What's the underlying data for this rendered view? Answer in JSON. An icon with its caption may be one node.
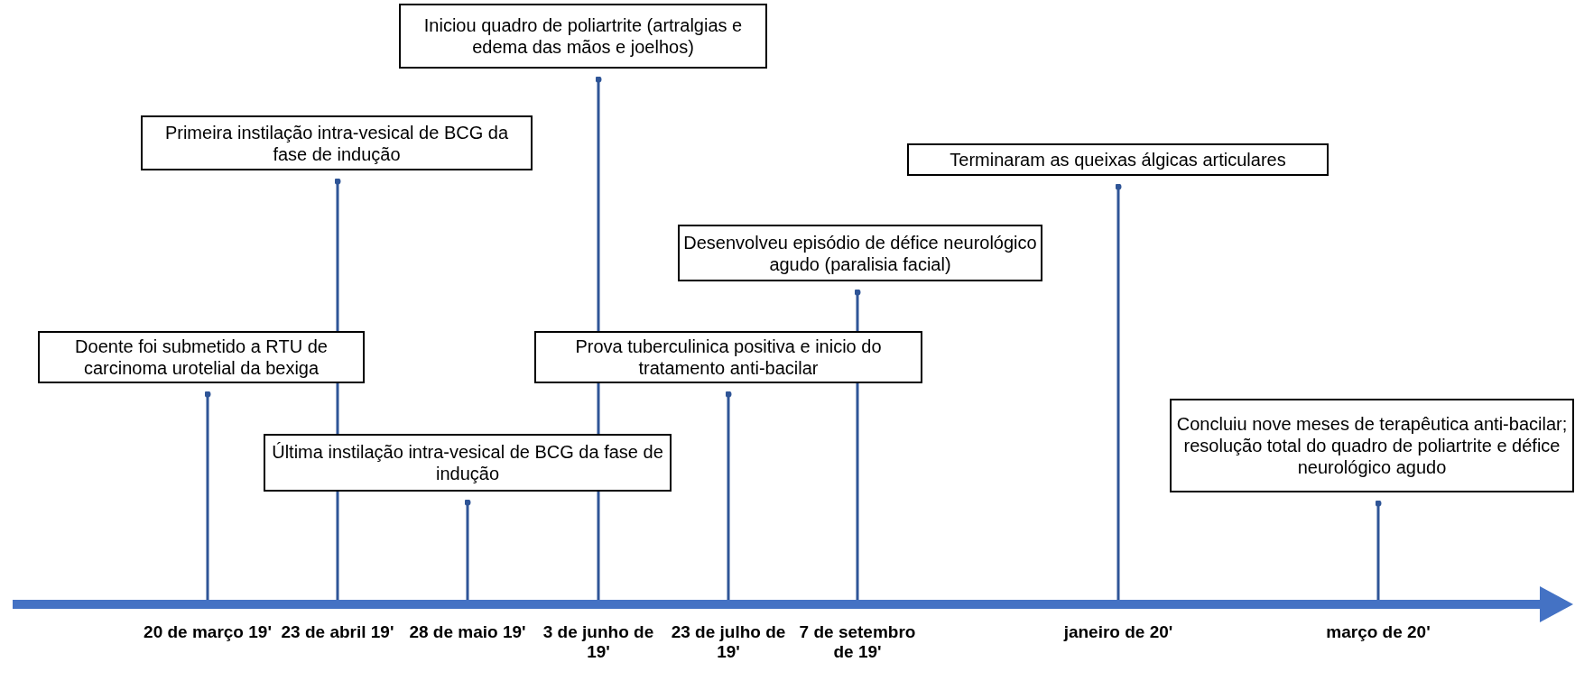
{
  "diagram": {
    "nodes": [
      {
        "text": [
          "Doente foi submetido a RTU de carcinoma urotelial da bexiga"
        ]
      },
      {
        "text": [
          "Primeira instilação intra-vesical de BCG da fase de indução"
        ]
      },
      {
        "text": [
          "Última instilação intra-vesical de BCG da fase de indução"
        ]
      },
      {
        "text": [
          "Iniciou quadro de poliartrite (artralgias e edema das mãos e joelhos)"
        ]
      },
      {
        "text": [
          "Prova tuberculinica positiva e inicio do tratamento anti-bacilar"
        ]
      },
      {
        "text": [
          "Desenvolveu episódio de défice neurológico agudo (paralisia facial)"
        ]
      },
      {
        "text": [
          "Terminaram as queixas álgicas articulares"
        ]
      },
      {
        "text": [
          "Concluiu nove meses de terapêutica anti-bacilar; resolução total do quadro de poliartrite e défice neurológico agudo"
        ]
      }
    ],
    "edges": [
      {
        "from": 0,
        "to": null,
        "arrow": "other"
      },
      {
        "from": 1,
        "to": null,
        "arrow": "other"
      },
      {
        "from": 2,
        "to": null,
        "arrow": "other"
      },
      {
        "from": 3,
        "to": null,
        "arrow": "other"
      },
      {
        "from": 4,
        "to": null,
        "arrow": "other"
      },
      {
        "from": 5,
        "to": null,
        "arrow": "other"
      },
      {
        "from": 6,
        "to": null,
        "arrow": "other"
      },
      {
        "from": 7,
        "to": null,
        "arrow": "other"
      }
    ],
    "labels": [
      "20 de março 19'",
      "23 de abril 19'",
      "28 de maio 19'",
      "3 de junho de 19'",
      "23 de julho de 19'",
      "7 de setembro de 19'",
      "janeiro de 20'",
      "março de 20'"
    ]
  }
}
